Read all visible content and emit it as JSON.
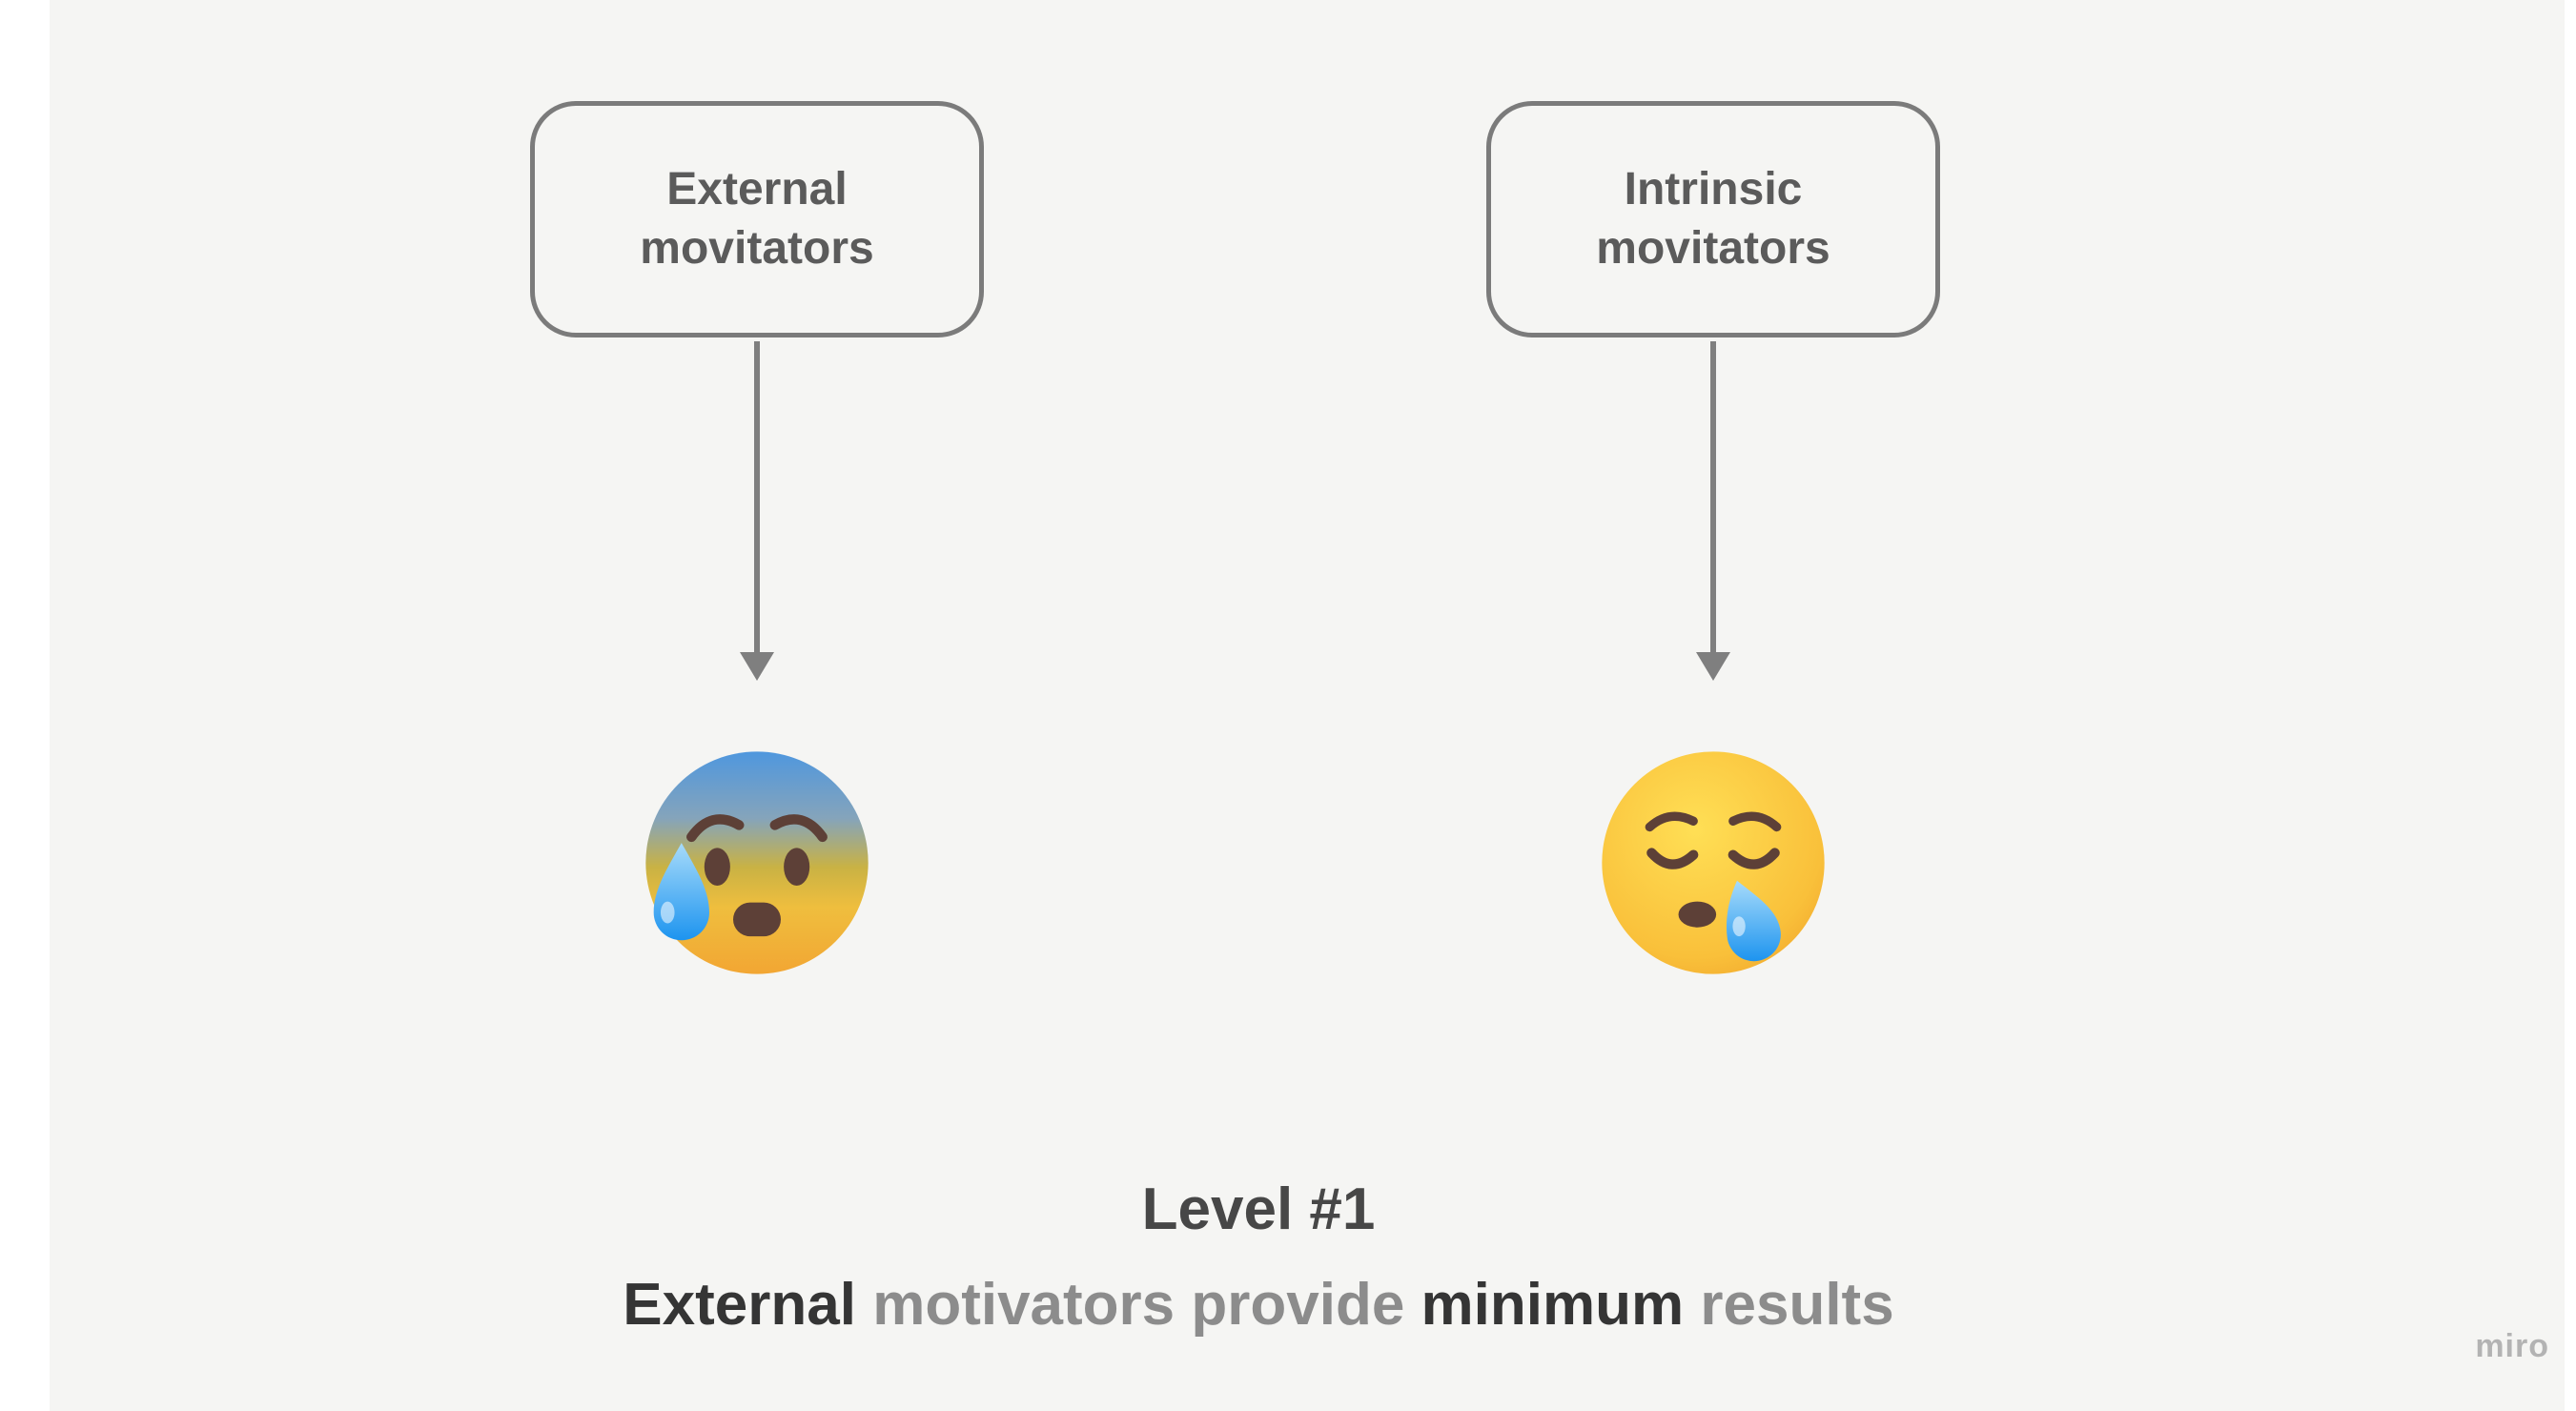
{
  "canvas": {
    "background": "#f5f5f3",
    "gutter_color": "#ffffff"
  },
  "boxes": [
    {
      "id": "external",
      "line1": "External",
      "line2": "movitators"
    },
    {
      "id": "intrinsic",
      "line1": "Intrinsic",
      "line2": "movitators"
    }
  ],
  "connectors": [
    {
      "from": "external-box",
      "to": "anxious-face-with-sweat-emoji",
      "color": "#7f7f7f"
    },
    {
      "from": "intrinsic-box",
      "to": "sleepy-face-emoji",
      "color": "#7f7f7f"
    }
  ],
  "emojis": [
    {
      "name": "anxious-face-with-sweat-emoji"
    },
    {
      "name": "sleepy-face-emoji"
    }
  ],
  "caption": {
    "line1": "Level #1",
    "line2_parts": [
      {
        "text": "External",
        "emphasis": true
      },
      {
        "text": " motivators provide ",
        "emphasis": false
      },
      {
        "text": "minimum",
        "emphasis": true
      },
      {
        "text": " results",
        "emphasis": false
      }
    ]
  },
  "watermark": "miro",
  "colors": {
    "box_border": "#7b7b7b",
    "box_text": "#5b5b5b",
    "arrow": "#7f7f7f",
    "caption_dark": "#353535",
    "caption_gray": "#8c8c8c",
    "watermark": "#b3b3b3"
  }
}
